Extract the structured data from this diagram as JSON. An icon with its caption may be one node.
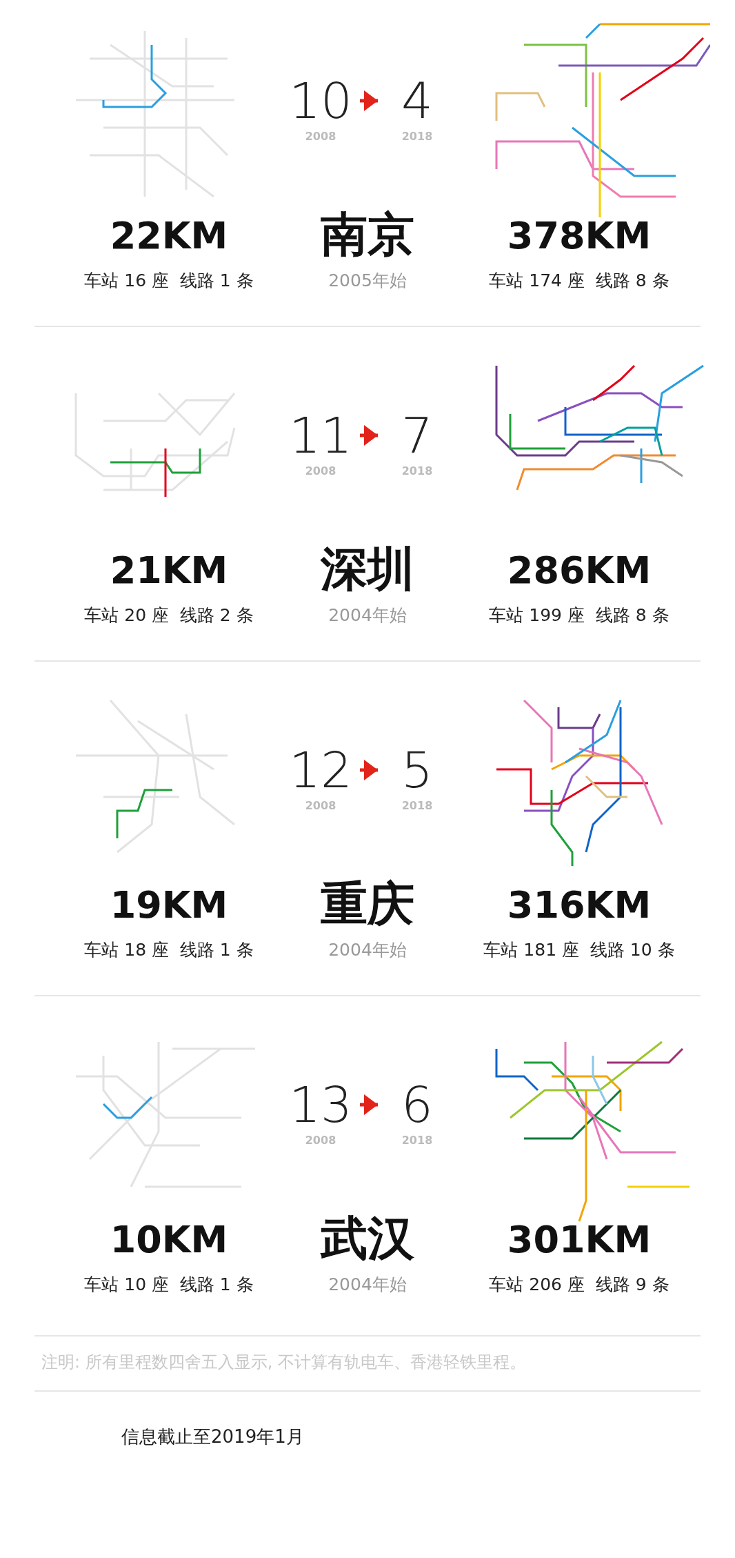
{
  "diagram": {
    "nodes": [
      {
        "text": [
          "10"
        ],
        "beside": [
          "2008"
        ]
      },
      {
        "text": [
          "4"
        ],
        "beside": [
          "2018"
        ]
      },
      {
        "text": [
          "11"
        ],
        "beside": [
          "2008"
        ]
      },
      {
        "text": [
          "7"
        ],
        "beside": [
          "2018"
        ]
      },
      {
        "text": [
          "12"
        ],
        "beside": [
          "2008"
        ]
      },
      {
        "text": [
          "5"
        ],
        "beside": [
          "2018"
        ]
      },
      {
        "text": [
          "13"
        ],
        "beside": [
          "2008"
        ]
      },
      {
        "text": [
          "6"
        ],
        "beside": [
          "2018"
        ]
      }
    ],
    "edges": [
      {
        "from": 0,
        "to": 1,
        "arrow": "to"
      },
      {
        "from": 2,
        "to": 3,
        "arrow": "to"
      },
      {
        "from": 4,
        "to": 5,
        "arrow": "to"
      },
      {
        "from": 6,
        "to": 7,
        "arrow": "to"
      }
    ],
    "labels": [
      "22KM",
      "南京",
      "378KM",
      "车站 16 座  线路 1 条",
      "2005年始",
      "车站 174 座  线路 8 条",
      "21KM",
      "深圳",
      "286KM",
      "车站 20 座  线路 2 条",
      "2004年始",
      "车站 199 座  线路 8 条",
      "19KM",
      "重庆",
      "316KM",
      "车站 18 座  线路 1 条",
      "2004年始",
      "车站 181 座  线路 10 条",
      "10KM",
      "武汉",
      "301KM",
      "车站 10 座  线路 1 条",
      "2004年始",
      "车站 206 座  线路 9 条",
      "注明: 所有里程数四舍五入显示, 不计算有轨电车、香港轻铁里程。",
      "信息截止至2019年1月"
    ]
  }
}
